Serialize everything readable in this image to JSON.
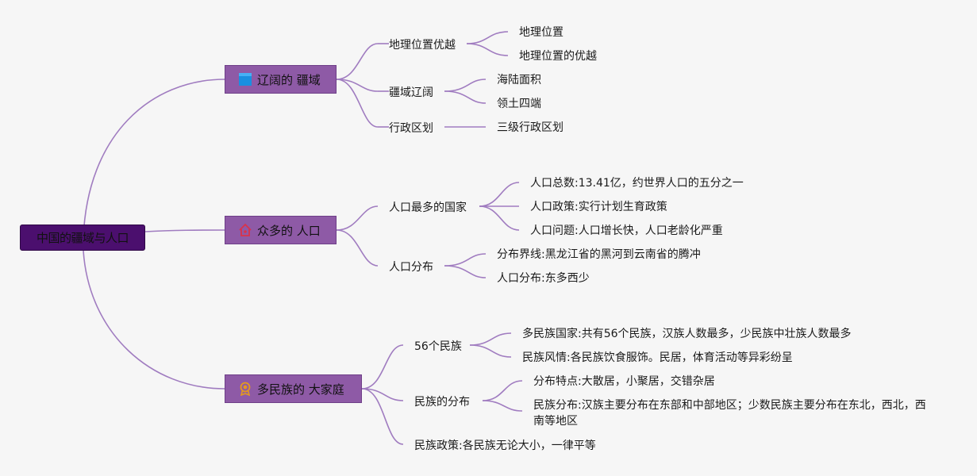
{
  "root": {
    "label": "中国的疆域与人口"
  },
  "branches": [
    {
      "label": "辽阔的 疆域",
      "icon": "blue-square-icon",
      "children": [
        {
          "label": "地理位置优越",
          "children": [
            "地理位置",
            "地理位置的优越"
          ]
        },
        {
          "label": "疆域辽阔",
          "children": [
            "海陆面积",
            "领土四端"
          ]
        },
        {
          "label": "行政区划",
          "children": [
            "三级行政区划"
          ]
        }
      ]
    },
    {
      "label": "众多的 人口",
      "icon": "house-icon",
      "children": [
        {
          "label": "人口最多的国家",
          "children": [
            "人口总数:13.41亿，约世界人口的五分之一",
            "人口政策:实行计划生育政策",
            "人口问题:人口增长快，人口老龄化严重"
          ]
        },
        {
          "label": "人口分布",
          "children": [
            "分布界线:黑龙江省的黑河到云南省的腾冲",
            "人口分布:东多西少"
          ]
        }
      ]
    },
    {
      "label": "多民族的 大家庭",
      "icon": "medal-icon",
      "children": [
        {
          "label": "56个民族",
          "children": [
            "多民族国家:共有56个民族，汉族人数最多，少民族中壮族人数最多",
            "民族风情:各民族饮食服饰。民居，体育活动等异彩纷呈"
          ]
        },
        {
          "label": "民族的分布",
          "children": [
            "分布特点:大散居，小聚居，交错杂居",
            "民族分布:汉族主要分布在东部和中部地区；少数民族主要分布在东北，西北，西南等地区"
          ]
        },
        {
          "label": "民族政策:各民族无论大小，一律平等",
          "children": []
        }
      ]
    }
  ],
  "colors": {
    "line": "#a07cc0",
    "root_bg": "#4b0f6e",
    "main_bg": "#8e5aa6",
    "background": "#f6f6f6"
  }
}
